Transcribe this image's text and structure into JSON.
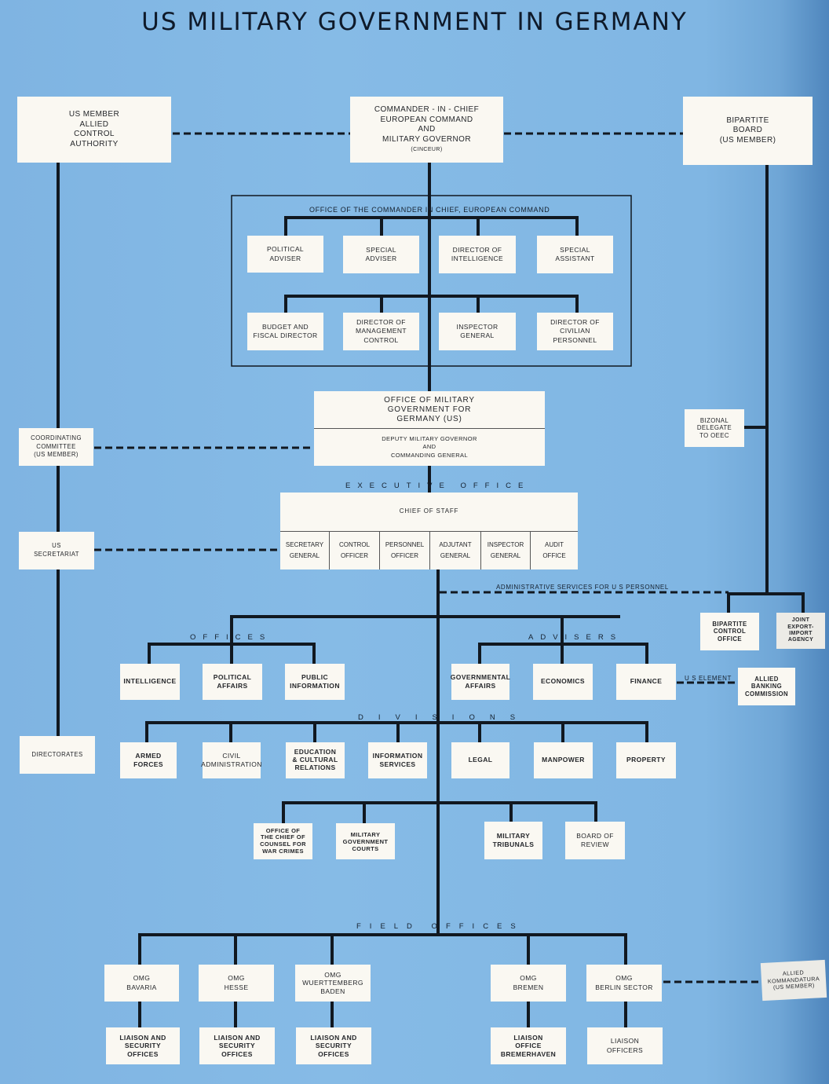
{
  "title": "US MILITARY GOVERNMENT IN GERMANY",
  "top": {
    "allied_control": "US MEMBER\nALLIED\nCONTROL\nAUTHORITY",
    "commander_lines": "COMMANDER - IN - CHIEF\nEUROPEAN COMMAND\nAND\nMILITARY GOVERNOR",
    "commander_abbrev": "(CINCEUR)",
    "bipartite_board": "BIPARTITE\nBOARD\n(US MEMBER)"
  },
  "office_cinc": {
    "heading": "OFFICE OF THE COMMANDER IN CHIEF, EUROPEAN COMMAND",
    "row1": [
      "POLITICAL\nADVISER",
      "SPECIAL\nADVISER",
      "DIRECTOR OF\nINTELLIGENCE",
      "SPECIAL\nASSISTANT"
    ],
    "row2": [
      "BUDGET AND\nFISCAL DIRECTOR",
      "DIRECTOR OF\nMANAGEMENT\nCONTROL",
      "INSPECTOR\nGENERAL",
      "DIRECTOR OF\nCIVILIAN\nPERSONNEL"
    ]
  },
  "omgus": {
    "title": "OFFICE OF MILITARY\nGOVERNMENT FOR\nGERMANY (US)",
    "deputy": "DEPUTY MILITARY GOVERNOR\nAND\nCOMMANDING GENERAL"
  },
  "left_side": {
    "coordinating": "COORDINATING\nCOMMITTEE\n(US MEMBER)",
    "secretariat": "US\nSECRETARIAT",
    "directorates": "DIRECTORATES"
  },
  "right_side": {
    "bizonal": "BIZONAL\nDELEGATE\nTO OEEC",
    "bipartite_control": "BIPARTITE\nCONTROL\nOFFICE",
    "jeia": "JOINT\nEXPORT-IMPORT\nAGENCY",
    "banking": "ALLIED\nBANKING\nCOMMISSION",
    "kommandatura": "ALLIED\nKOMMANDATURA\n(US MEMBER)"
  },
  "executive_office": {
    "heading": "EXECUTIVE OFFICE",
    "chief": "CHIEF OF STAFF",
    "cells": [
      "SECRETARY\nGENERAL",
      "CONTROL\nOFFICER",
      "PERSONNEL\nOFFICER",
      "ADJUTANT\nGENERAL",
      "INSPECTOR\nGENERAL",
      "AUDIT\nOFFICE"
    ]
  },
  "admin_services_label": "ADMINISTRATIVE SERVICES FOR U S PERSONNEL",
  "us_element_label": "U S ELEMENT",
  "offices": {
    "heading": "OFFICES",
    "items": [
      "INTELLIGENCE",
      "POLITICAL\nAFFAIRS",
      "PUBLIC\nINFORMATION"
    ]
  },
  "advisers": {
    "heading": "ADVISERS",
    "items": [
      "GOVERNMENTAL\nAFFAIRS",
      "ECONOMICS",
      "FINANCE"
    ]
  },
  "divisions": {
    "heading": "DIVISIONS",
    "items": [
      "ARMED\nFORCES",
      "CIVIL\nADMINISTRATION",
      "EDUCATION\n& CULTURAL\nRELATIONS",
      "INFORMATION\nSERVICES",
      "LEGAL",
      "MANPOWER",
      "PROPERTY"
    ]
  },
  "courts": {
    "items": [
      "OFFICE OF\nTHE CHIEF OF\nCOUNSEL FOR\nWAR CRIMES",
      "MILITARY\nGOVERNMENT\nCOURTS",
      "MILITARY\nTRIBUNALS",
      "BOARD OF\nREVIEW"
    ]
  },
  "field_offices": {
    "heading": "FIELD OFFICES",
    "omg": [
      "OMG\nBAVARIA",
      "OMG\nHESSE",
      "OMG\nWUERTTEMBERG\nBADEN",
      "OMG\nBREMEN",
      "OMG\nBERLIN SECTOR"
    ],
    "liaison": [
      "LIAISON AND\nSECURITY\nOFFICES",
      "LIAISON AND\nSECURITY\nOFFICES",
      "LIAISON AND\nSECURITY\nOFFICES",
      "LIAISON\nOFFICE\nBREMERHAVEN",
      "LIAISON\nOFFICERS"
    ]
  },
  "colors": {
    "background": "#84b9e5",
    "box": "#faf8f2",
    "line": "#111820"
  }
}
